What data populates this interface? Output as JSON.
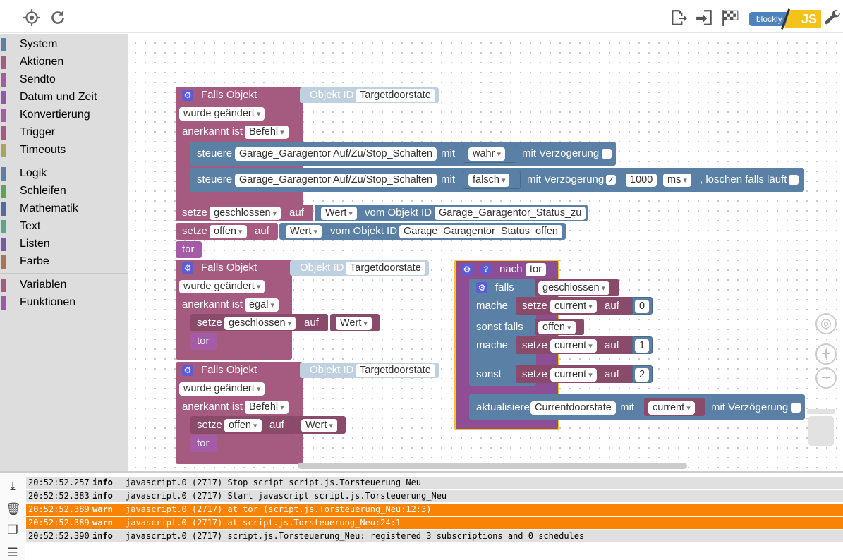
{
  "toolbar": {
    "toggle_blockly": "blockly",
    "toggle_js": "JS"
  },
  "categories": [
    {
      "label": "System",
      "color": "#5b80a5"
    },
    {
      "label": "Aktionen",
      "color": "#a55b80"
    },
    {
      "label": "Sendto",
      "color": "#a55ba5"
    },
    {
      "label": "Datum und Zeit",
      "color": "#8d5ba5"
    },
    {
      "label": "Konvertierung",
      "color": "#a55ba5"
    },
    {
      "label": "Trigger",
      "color": "#a55b80"
    },
    {
      "label": "Timeouts",
      "color": "#a5a55b"
    },
    {
      "label": "Logik",
      "color": "#5b80a5"
    },
    {
      "label": "Schleifen",
      "color": "#5ba55b"
    },
    {
      "label": "Mathematik",
      "color": "#5b67a5"
    },
    {
      "label": "Text",
      "color": "#5ba58c"
    },
    {
      "label": "Listen",
      "color": "#745ba5"
    },
    {
      "label": "Farbe",
      "color": "#a5745b"
    },
    {
      "label": "Variablen",
      "color": "#a55b80"
    },
    {
      "label": "Funktionen",
      "color": "#995ba5"
    }
  ],
  "blocks": {
    "falls_objekt": "Falls Objekt",
    "objekt_id": "Objekt ID",
    "targetdoorstate": "Targetdoorstate",
    "wurde_geaendert": "wurde geändert",
    "anerkannt_ist": "anerkannt ist",
    "befehl": "Befehl",
    "egal": "egal",
    "steuere": "steuere",
    "stop_schalten": "Garage_Garagentor Auf/Zu/Stop_Schalten",
    "mit": "mit",
    "wahr": "wahr",
    "falsch": "falsch",
    "mit_verzoegerung": "mit Verzögerung",
    "check": "✓",
    "delay_value": "1000",
    "ms": "ms",
    "loeschen": ", löschen falls läuft",
    "setze": "setze",
    "auf": "auf",
    "geschlossen": "geschlossen",
    "offen": "offen",
    "wert": "Wert",
    "vom_objekt_id": "vom Objekt ID",
    "status_zu": "Garage_Garagentor_Status_zu",
    "status_offen": "Garage_Garagentor_Status_offen",
    "tor": "tor",
    "nach": "nach",
    "falls": "falls",
    "mache": "mache",
    "sonst_falls": "sonst falls",
    "sonst": "sonst",
    "current": "current",
    "n0": "0",
    "n1": "1",
    "n2": "2",
    "aktualisiere": "aktualisiere",
    "currentdoorstate": "Currentdoorstate"
  },
  "log": [
    {
      "time": "20:52:52.257",
      "level": "info",
      "msg": "javascript.0 (2717) Stop script script.js.Torsteuerung_Neu"
    },
    {
      "time": "20:52:52.383",
      "level": "info",
      "msg": "javascript.0 (2717) Start javascript script.js.Torsteuerung_Neu"
    },
    {
      "time": "20:52:52.389",
      "level": "warn",
      "msg": "javascript.0 (2717) at tor (script.js.Torsteuerung_Neu:12:3)"
    },
    {
      "time": "20:52:52.389",
      "level": "warn",
      "msg": "javascript.0 (2717) at script.js.Torsteuerung_Neu:24:1"
    },
    {
      "time": "20:52:52.390",
      "level": "info",
      "msg": "javascript.0 (2717) script.js.Torsteuerung_Neu: registered 3 subscriptions and 0 schedules"
    }
  ]
}
